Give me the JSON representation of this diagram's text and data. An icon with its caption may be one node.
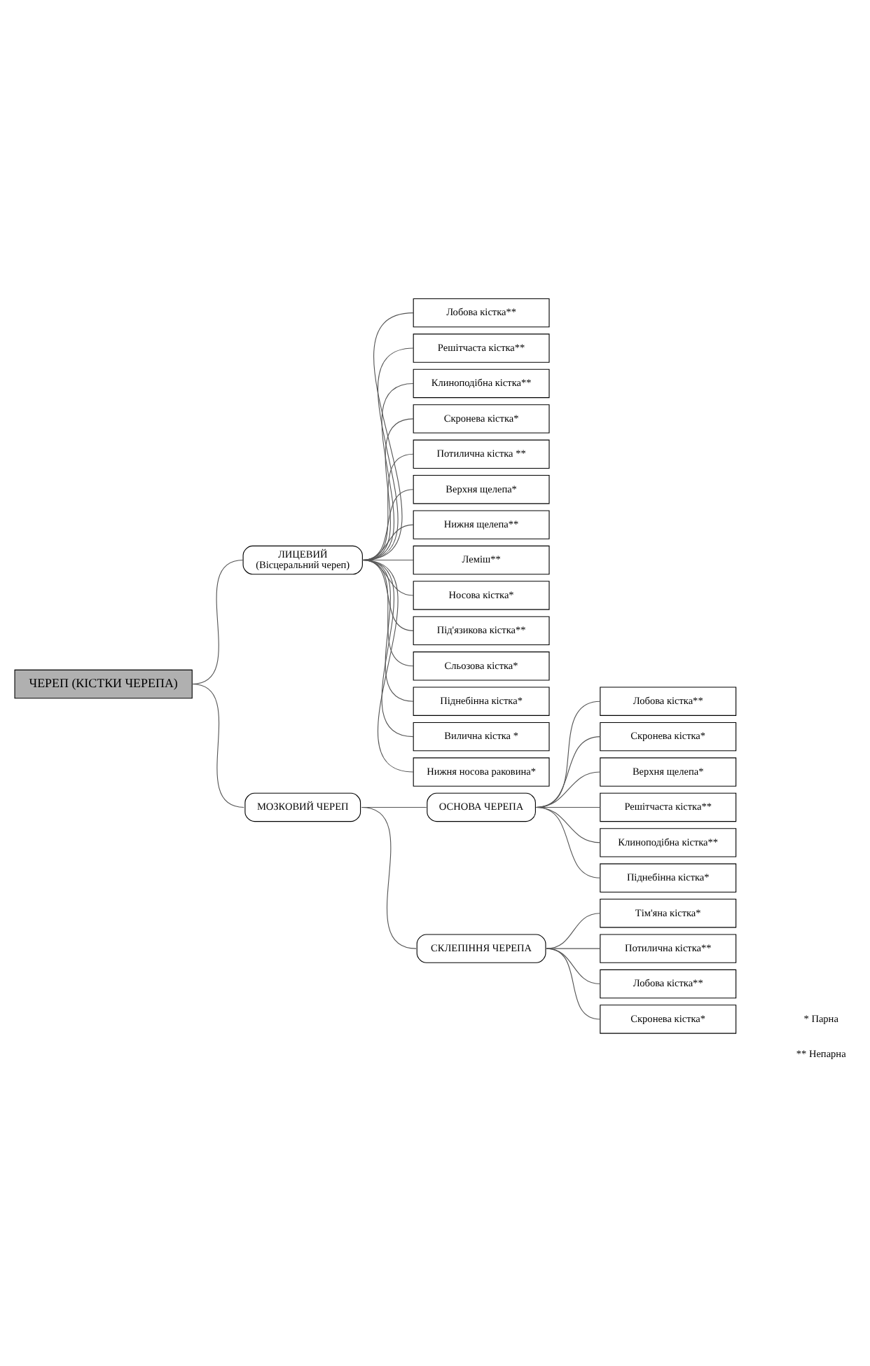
{
  "diagram": {
    "nodes": [
      {
        "text": [
          "ЧЕРЕП (КІСТКИ ЧЕРЕПА)"
        ]
      },
      {
        "text": [
          "ЛИЦЕВИЙ",
          "(Вісцеральний череп)"
        ]
      },
      {
        "text": [
          "МОЗКОВИЙ ЧЕРЕП"
        ]
      },
      {
        "text": [
          "Лобова кістка**"
        ]
      },
      {
        "text": [
          "Решітчаста кістка**"
        ]
      },
      {
        "text": [
          "Клиноподібна кістка**"
        ]
      },
      {
        "text": [
          "Скронева кістка*"
        ]
      },
      {
        "text": [
          "Потилична кістка **"
        ]
      },
      {
        "text": [
          "Верхня щелепа*"
        ]
      },
      {
        "text": [
          "Нижня щелепа**"
        ]
      },
      {
        "text": [
          "Леміш**"
        ]
      },
      {
        "text": [
          "Носова кістка*"
        ]
      },
      {
        "text": [
          "Під'язикова кістка**"
        ]
      },
      {
        "text": [
          "Сльозова кістка*"
        ]
      },
      {
        "text": [
          "Піднебінна кістка*"
        ]
      },
      {
        "text": [
          "Вилична кістка *"
        ]
      },
      {
        "text": [
          "Нижня носова раковина*"
        ]
      },
      {
        "text": [
          "ОСНОВА ЧЕРЕПА"
        ]
      },
      {
        "text": [
          "СКЛЕПІННЯ ЧЕРЕПА"
        ]
      },
      {
        "text": [
          "Лобова кістка**"
        ]
      },
      {
        "text": [
          "Скронева кістка*"
        ]
      },
      {
        "text": [
          "Верхня щелепа*"
        ]
      },
      {
        "text": [
          "Решітчаста кістка**"
        ]
      },
      {
        "text": [
          "Клиноподібна кістка**"
        ]
      },
      {
        "text": [
          "Піднебінна кістка*"
        ]
      },
      {
        "text": [
          "Тім'яна кістка*"
        ]
      },
      {
        "text": [
          "Потилична кістка**"
        ]
      },
      {
        "text": [
          "Лобова кістка**"
        ]
      },
      {
        "text": [
          "Скронева кістка*"
        ]
      }
    ],
    "edges": [
      {
        "from": 0,
        "to": 1,
        "arrow": "none"
      },
      {
        "from": 0,
        "to": 2,
        "arrow": "none"
      },
      {
        "from": 1,
        "to": 3,
        "arrow": "none"
      },
      {
        "from": 1,
        "to": 4,
        "arrow": "none"
      },
      {
        "from": 1,
        "to": 5,
        "arrow": "none"
      },
      {
        "from": 1,
        "to": 6,
        "arrow": "none"
      },
      {
        "from": 1,
        "to": 7,
        "arrow": "none"
      },
      {
        "from": 1,
        "to": 8,
        "arrow": "none"
      },
      {
        "from": 1,
        "to": 9,
        "arrow": "none"
      },
      {
        "from": 1,
        "to": 10,
        "arrow": "none"
      },
      {
        "from": 1,
        "to": 11,
        "arrow": "none"
      },
      {
        "from": 1,
        "to": 12,
        "arrow": "none"
      },
      {
        "from": 1,
        "to": 13,
        "arrow": "none"
      },
      {
        "from": 1,
        "to": 14,
        "arrow": "none"
      },
      {
        "from": 1,
        "to": 15,
        "arrow": "none"
      },
      {
        "from": 1,
        "to": 16,
        "arrow": "none"
      },
      {
        "from": 2,
        "to": 17,
        "arrow": "none"
      },
      {
        "from": 2,
        "to": 18,
        "arrow": "none"
      },
      {
        "from": 17,
        "to": 19,
        "arrow": "none"
      },
      {
        "from": 17,
        "to": 20,
        "arrow": "none"
      },
      {
        "from": 17,
        "to": 21,
        "arrow": "none"
      },
      {
        "from": 17,
        "to": 22,
        "arrow": "none"
      },
      {
        "from": 17,
        "to": 23,
        "arrow": "none"
      },
      {
        "from": 17,
        "to": 24,
        "arrow": "none"
      },
      {
        "from": 18,
        "to": 25,
        "arrow": "none"
      },
      {
        "from": 18,
        "to": 26,
        "arrow": "none"
      },
      {
        "from": 18,
        "to": 27,
        "arrow": "none"
      },
      {
        "from": 18,
        "to": 28,
        "arrow": "none"
      }
    ],
    "labels": [
      "* Парна",
      "** Непарна"
    ]
  }
}
